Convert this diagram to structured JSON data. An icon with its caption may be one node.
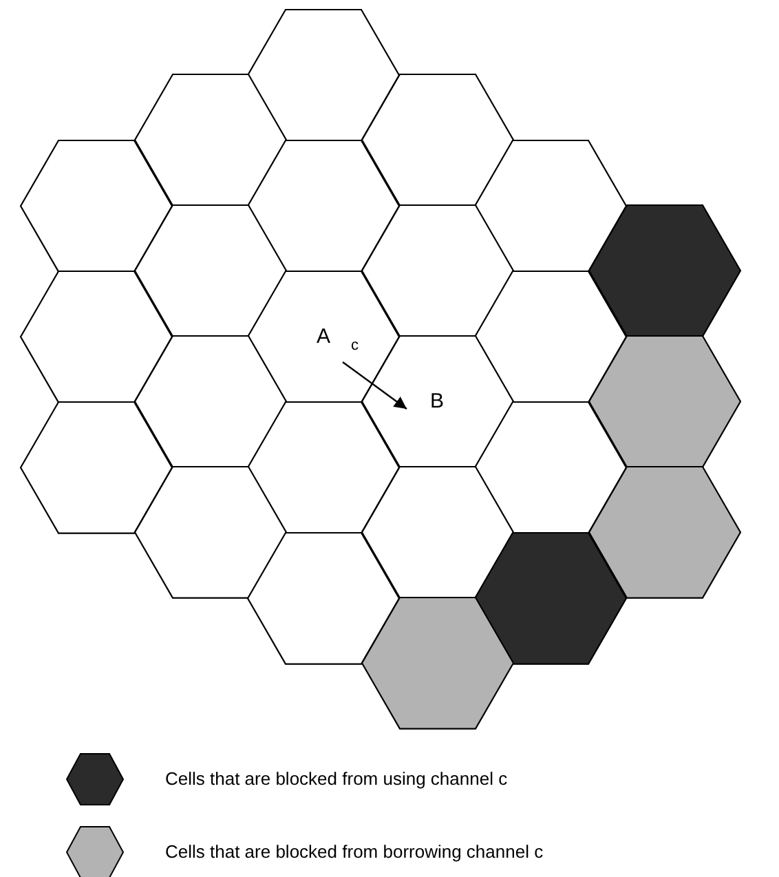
{
  "diagram": {
    "nodes": [
      {
        "text": [],
        "shape": "hexagon"
      },
      {
        "text": [],
        "shape": "hexagon"
      },
      {
        "text": [],
        "shape": "hexagon"
      },
      {
        "text": [],
        "shape": "hexagon"
      },
      {
        "text": [],
        "shape": "hexagon"
      },
      {
        "text": [],
        "shape": "hexagon"
      },
      {
        "text": [],
        "shape": "hexagon"
      },
      {
        "text": [],
        "shape": "hexagon"
      },
      {
        "text": [],
        "shape": "hexagon"
      },
      {
        "text": [],
        "shape": "hexagon"
      },
      {
        "text": [
          "A"
        ]
      },
      {
        "text": [],
        "shape": "hexagon"
      },
      {
        "text": [],
        "shape": "hexagon"
      },
      {
        "text": [
          "B"
        ]
      },
      {
        "text": [],
        "shape": "hexagon"
      },
      {
        "text": [],
        "shape": "hexagon"
      },
      {
        "text": [],
        "shape": "hexagon"
      },
      {
        "text": [],
        "shape": "hexagon"
      },
      {
        "text": [],
        "shape": "hexagon"
      },
      {
        "text": [],
        "shape": "hexagon"
      },
      {
        "text": [],
        "shape": "hexagon"
      },
      {
        "text": [],
        "shape": "hexagon"
      },
      {
        "text": [],
        "shape": "hexagon"
      },
      {
        "text": [],
        "shape": "hexagon"
      }
    ],
    "edges": [
      {
        "from": 10,
        "to": 13,
        "arrow": "to",
        "label": "c"
      }
    ],
    "legend": [
      {
        "text": "Cells that are blocked from using channel c",
        "color": "#2b2b2b"
      },
      {
        "text": "Cells that are blocked from borrowing channel c",
        "color": "#b3b3b3"
      }
    ]
  }
}
